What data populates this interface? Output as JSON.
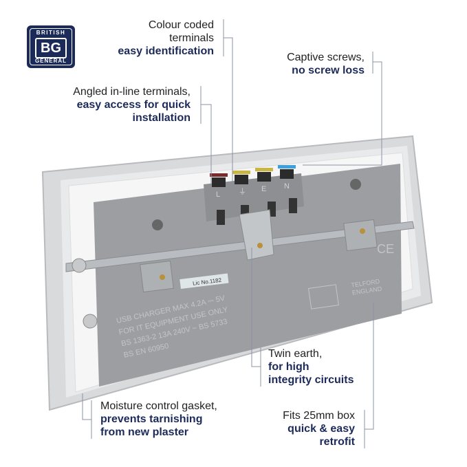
{
  "brand": {
    "top": "BRITISH",
    "mark": "BG",
    "bottom": "GENERAL"
  },
  "callouts": {
    "colour": {
      "line1": "Colour coded",
      "line2": "terminals",
      "bold1": "easy identification"
    },
    "captive": {
      "line1": "Captive screws,",
      "bold1": "no screw loss"
    },
    "angled": {
      "line1": "Angled in-line terminals,",
      "bold1": "easy access for quick",
      "bold2": "installation"
    },
    "earth": {
      "line1": "Twin earth,",
      "bold1": "for high",
      "bold2": "integrity circuits"
    },
    "gasket": {
      "line1": "Moisture control gasket,",
      "bold1": "prevents tarnishing",
      "bold2": "from new plaster"
    },
    "box": {
      "line1": "Fits 25mm box",
      "bold1": "quick & easy",
      "bold2": "retrofit"
    }
  },
  "product": {
    "terminals": [
      "L",
      "⏚",
      "E",
      "N"
    ],
    "label": "Lic No.1182",
    "markings": [
      "USB CHARGER  MAX 4.2A ⎓ 5V",
      "FOR IT EQUIPMENT USE ONLY",
      "BS  1363-2  13A 240V ~   BS  5733",
      "BS  EN  60950"
    ],
    "maker": [
      "TELFORD",
      "ENGLAND"
    ],
    "ce": "CE",
    "terminal_colors": [
      "#7a2a2a",
      "#c9b640",
      "#c9b640",
      "#3da0dc"
    ],
    "accent": "#1c2a5a"
  }
}
